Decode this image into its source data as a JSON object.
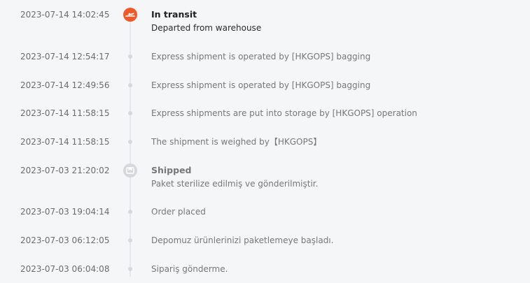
{
  "events": [
    {
      "time": "2023-07-14 14:02:45",
      "status": "In transit",
      "desc": "Departed from warehouse",
      "icon": "plane-icon"
    },
    {
      "time": "2023-07-14 12:54:17",
      "desc": "Express shipment is operated by [HKGOPS] bagging"
    },
    {
      "time": "2023-07-14 12:49:56",
      "desc": "Express shipment is operated by [HKGOPS] bagging"
    },
    {
      "time": "2023-07-14 11:58:15",
      "desc": "Express shipments are put into storage by [HKGOPS] operation"
    },
    {
      "time": "2023-07-14 11:58:15",
      "desc": "The shipment is weighed by【HKGOPS】"
    },
    {
      "time": "2023-07-03 21:20:02",
      "status": "Shipped",
      "desc": "Paket sterilize edilmiş ve gönderilmiştir.",
      "icon": "truck-icon"
    },
    {
      "time": "2023-07-03 19:04:14",
      "desc": "Order placed"
    },
    {
      "time": "2023-07-03 06:12:05",
      "desc": "Depomuz ürünlerinizi paketlemeye başladı."
    },
    {
      "time": "2023-07-03 06:04:08",
      "desc": "Sipariş gönderme."
    }
  ],
  "colors": {
    "accent": "#f05a2b",
    "line": "#e6e7ea",
    "dot": "#d7d8db",
    "background": "#f5f6f8"
  }
}
